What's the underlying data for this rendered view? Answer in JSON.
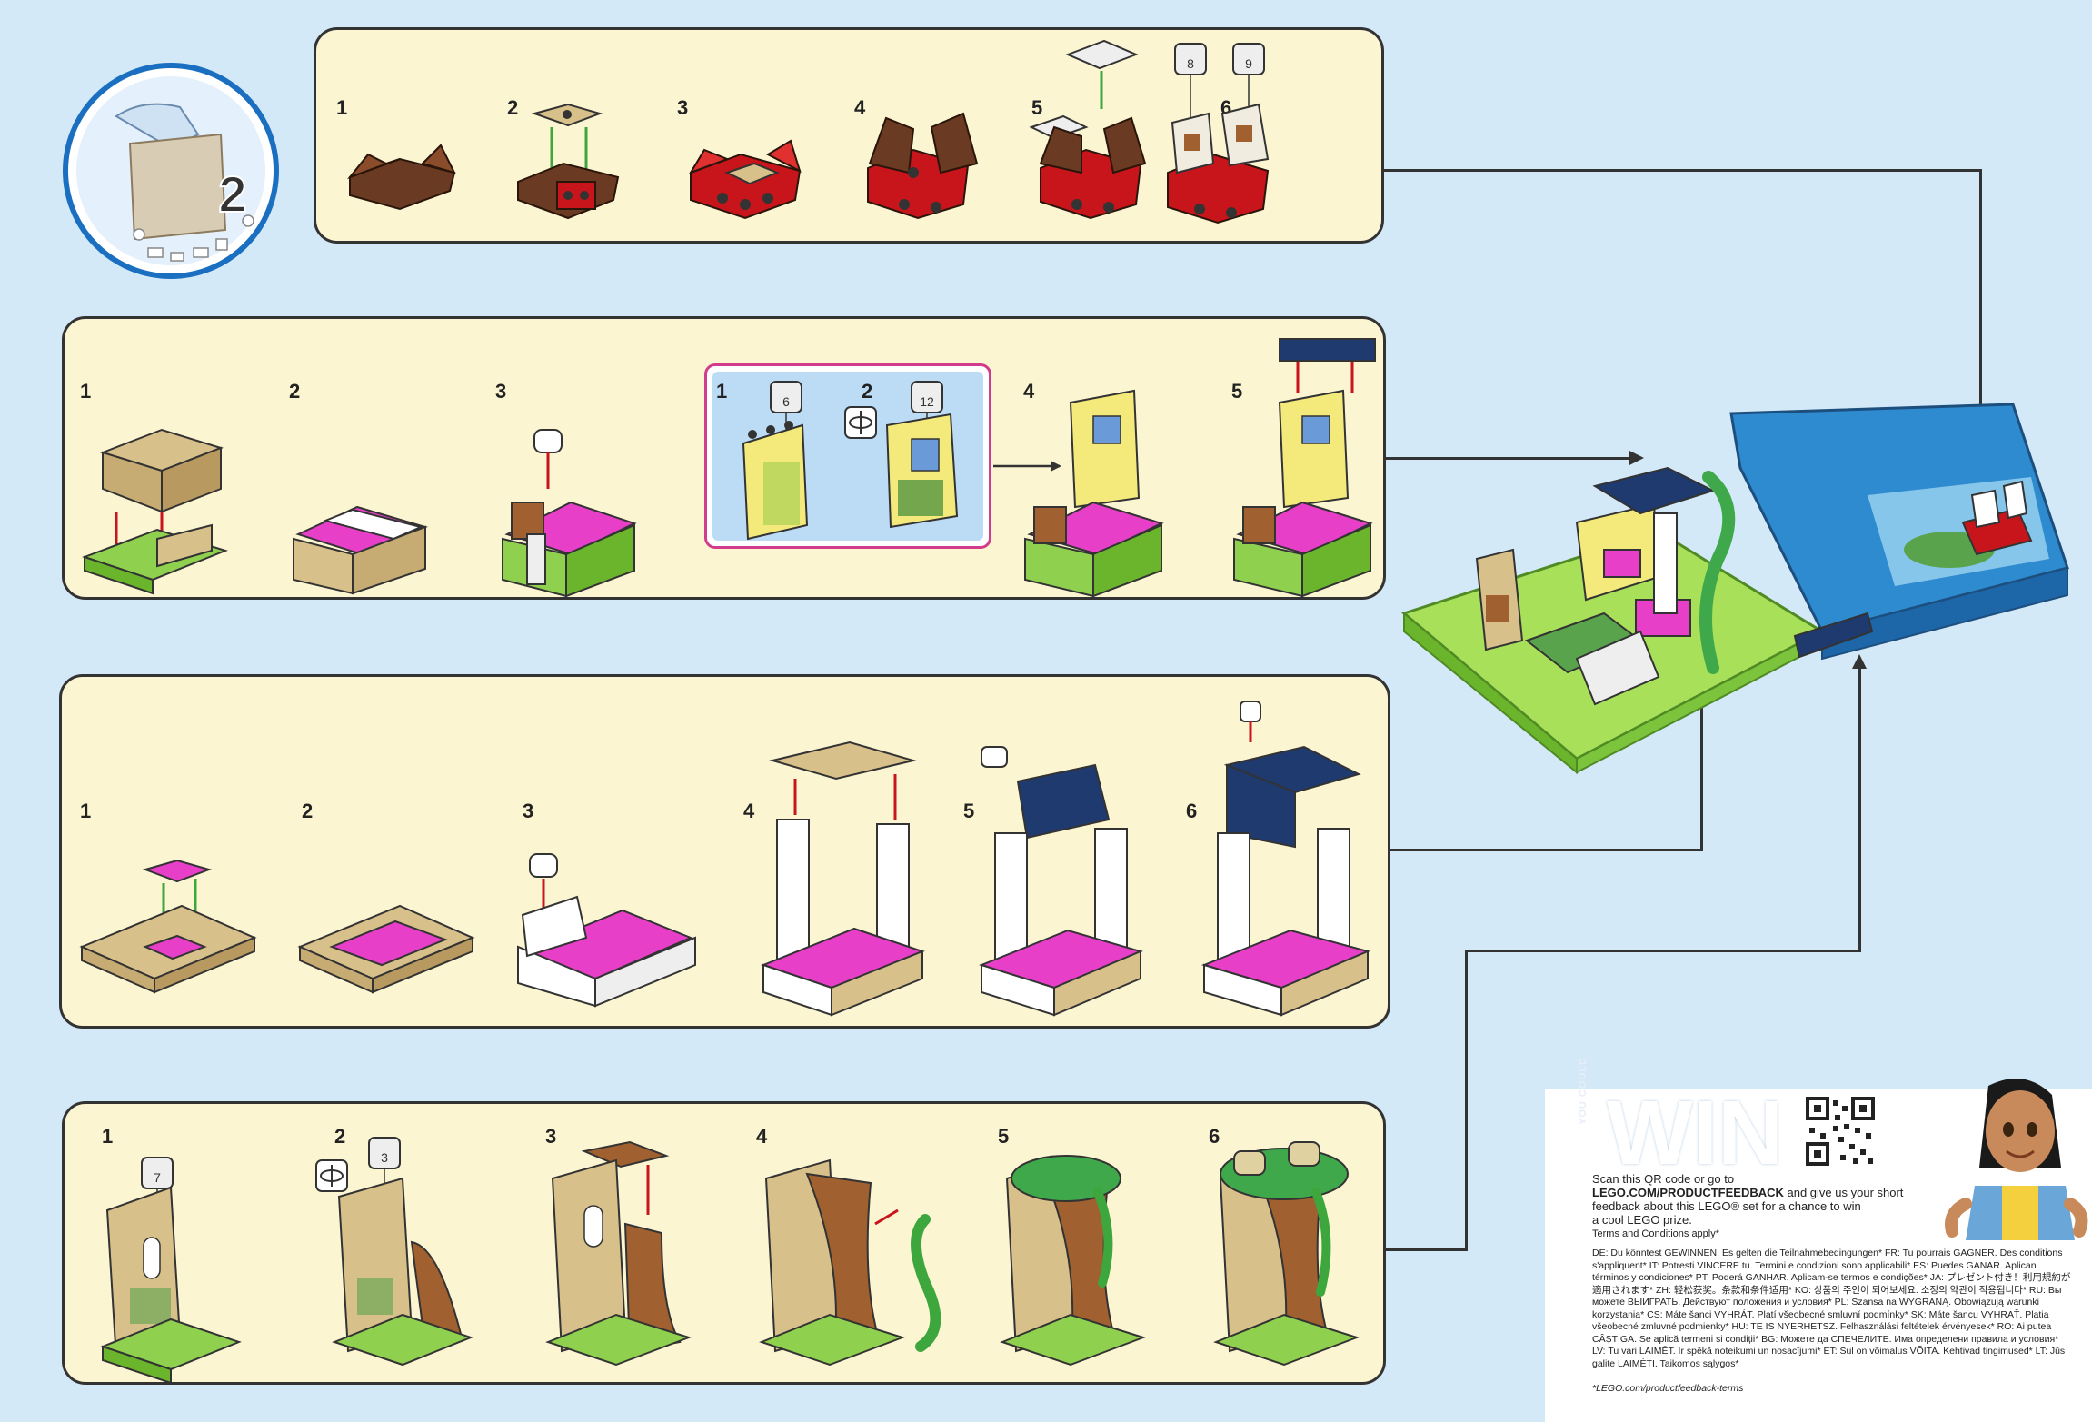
{
  "bag": {
    "number": "2"
  },
  "rows": [
    {
      "id": "row1",
      "steps": [
        "1",
        "2",
        "3",
        "4",
        "5",
        "6"
      ],
      "stickers": [
        "8",
        "9"
      ]
    },
    {
      "id": "row2",
      "steps": [
        "1",
        "2",
        "3",
        "4",
        "5"
      ],
      "sub_steps": [
        "1",
        "2"
      ],
      "stickers": [
        "6",
        "12"
      ]
    },
    {
      "id": "row3",
      "steps": [
        "1",
        "2",
        "3",
        "4",
        "5",
        "6"
      ]
    },
    {
      "id": "row4",
      "steps": [
        "1",
        "2",
        "3",
        "4",
        "5",
        "6"
      ],
      "stickers": [
        "7",
        "3"
      ]
    }
  ],
  "promo": {
    "kicker": "YOU COULD",
    "headline": "WIN",
    "line1": "Scan this QR code or go to",
    "line2_bold": "LEGO.COM/PRODUCTFEEDBACK",
    "line2_rest": " and give us your short",
    "line3": "feedback about this LEGO® set for a chance to win",
    "line4": "a cool LEGO prize.",
    "terms": "Terms and Conditions apply*",
    "legal": "DE: Du könntest GEWINNEN. Es gelten die Teilnahmebedingungen* FR: Tu pourrais GAGNER. Des conditions s'appliquent* IT: Potresti VINCERE tu. Termini e condizioni sono applicabili* ES: Puedes GANAR. Aplican términos y condiciones* PT: Poderá GANHAR. Aplicam-se termos e condições* JA: プレゼント付き！利用規約が適用されます* ZH: 轻松获奖。条款和条件适用* KO: 상품의 주인이 되어보세요. 소정의 약관이 적용됩니다* RU: Вы можете ВЫИГРАТЬ. Действуют положения и условия* PL: Szansa na WYGRANĄ. Obowiązują warunki korzystania* CS: Máte šanci VYHRÁT. Platí všeobecné smluvní podmínky* SK: Máte šancu VYHRAŤ. Platia všeobecné zmluvné podmienky* HU: TE IS NYERHETSZ. Felhasználási feltételek érvényesek* RO: Ai putea CÂȘTIGA. Se aplică termeni și condiții* BG: Можете да СПЕЧЕЛИТЕ. Има определени правила и условия* LV: Tu vari LAIMĒT. Ir spēkā noteikumi un nosacījumi* ET: Sul on võimalus VÕITA. Kehtivad tingimused* LT: Jūs galite LAIMĖTI. Taikomos sąlygos*",
    "footnote": "*LEGO.com/productfeedback-terms"
  },
  "colors": {
    "background": "#d3e9f7",
    "panel": "#fcf5d2",
    "magenta": "#e83fc8",
    "lime": "#8fd14f",
    "tan": "#d8c08a",
    "navy": "#1f3a6e",
    "red": "#c8151b",
    "brown": "#6b3a22"
  }
}
